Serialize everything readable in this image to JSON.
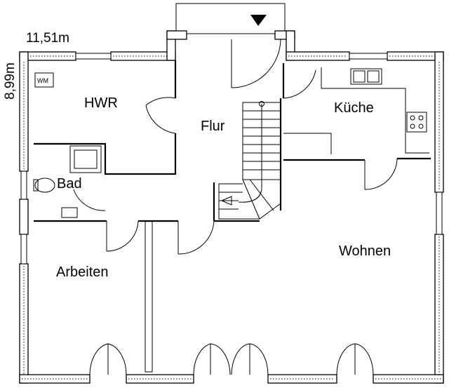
{
  "dimensions": {
    "width_label": "11,51m",
    "depth_label": "8,99m"
  },
  "rooms": {
    "hwr": "HWR",
    "flur": "Flur",
    "kueche": "Küche",
    "bad": "Bad",
    "arbeiten": "Arbeiten",
    "wohnen": "Wohnen"
  },
  "fixtures": {
    "washing_machine": "WM"
  },
  "colors": {
    "lines": "#000000",
    "background": "#ffffff"
  }
}
